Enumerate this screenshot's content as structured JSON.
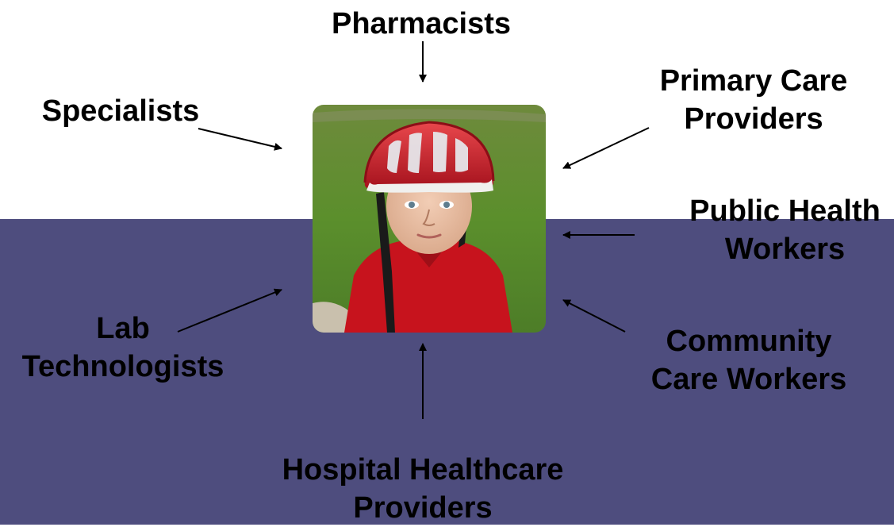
{
  "colors": {
    "band": "#4e4d7e",
    "arrow": "#000000",
    "text": "#000000"
  },
  "center_image": {
    "icon": "child-with-bike-helmet-photo"
  },
  "labels": {
    "pharmacists": [
      "Pharmacists"
    ],
    "specialists": [
      "Specialists"
    ],
    "primary_care": [
      "Primary Care",
      "Providers"
    ],
    "public_health": [
      "Public Health",
      "Workers"
    ],
    "community_care": [
      "Community",
      "Care Workers"
    ],
    "lab": [
      "Lab",
      "Technologists"
    ],
    "hospital": [
      "Hospital Healthcare",
      "Providers"
    ]
  }
}
